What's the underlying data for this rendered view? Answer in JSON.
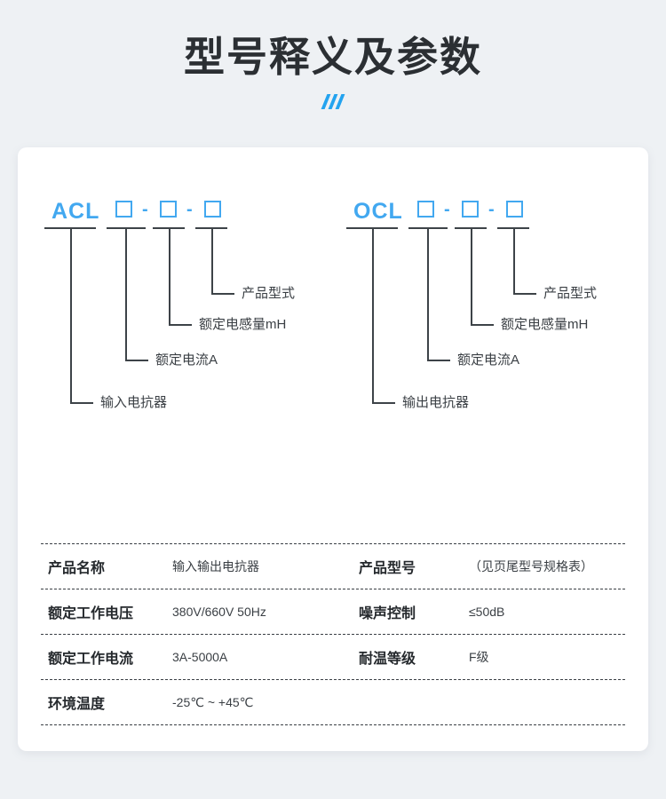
{
  "header": {
    "title": "型号释义及参数",
    "accent_color": "#23a3ef",
    "slash_count": 3
  },
  "theme": {
    "background": "#eef1f4",
    "card_background": "#ffffff",
    "blue": "#42a8f0",
    "line": "#3d4348",
    "text": "#3a3f44"
  },
  "diagram": {
    "groups": [
      {
        "prefix": "ACL",
        "separator": "-",
        "box_symbol": "□",
        "leaders": [
          {
            "label": "产品型式"
          },
          {
            "label": "额定电感量mH"
          },
          {
            "label": "额定电流A"
          },
          {
            "label": "输入电抗器"
          }
        ]
      },
      {
        "prefix": "OCL",
        "separator": "-",
        "box_symbol": "□",
        "leaders": [
          {
            "label": "产品型式"
          },
          {
            "label": "额定电感量mH"
          },
          {
            "label": "额定电流A"
          },
          {
            "label": "输出电抗器"
          }
        ]
      }
    ]
  },
  "spec_table": {
    "rows": [
      {
        "key1": "产品名称",
        "val1": "输入输出电抗器",
        "key2": "产品型号",
        "val2": "（见页尾型号规格表）"
      },
      {
        "key1": "额定工作电压",
        "val1": "380V/660V  50Hz",
        "key2": "噪声控制",
        "val2": "≤50dB"
      },
      {
        "key1": "额定工作电流",
        "val1": "3A-5000A",
        "key2": "耐温等级",
        "val2": "F级"
      },
      {
        "key1": "环境温度",
        "val1": "-25℃ ~ +45℃",
        "key2": "",
        "val2": ""
      }
    ]
  }
}
